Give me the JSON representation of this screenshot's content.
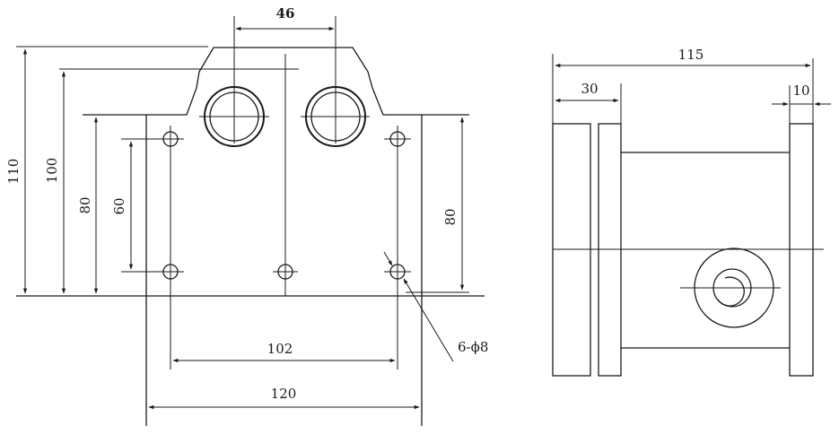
{
  "front_view": {
    "dim_top_spacing": "46",
    "dim_height_110": "110",
    "dim_height_100": "100",
    "dim_height_80_left": "80",
    "dim_height_60": "60",
    "dim_height_80_right": "80",
    "dim_width_102": "102",
    "dim_width_120": "120",
    "hole_callout": "6-ϕ8"
  },
  "side_view": {
    "dim_total_width": "115",
    "dim_flange_30": "30",
    "dim_flange_10": "10"
  }
}
